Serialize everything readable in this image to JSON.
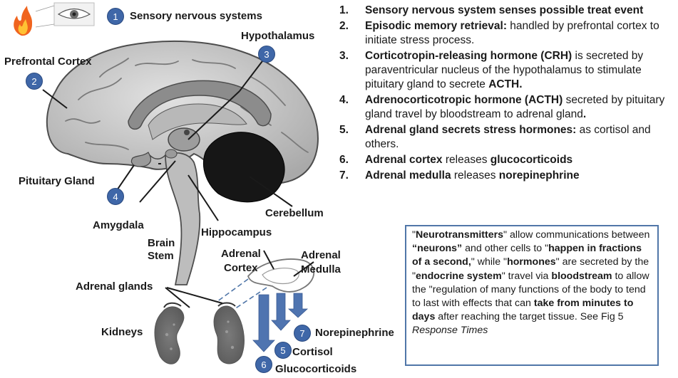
{
  "colors": {
    "marker_fill": "#3f67a8",
    "note_border": "#5076a8",
    "arrow_fill": "#4f74b0",
    "brain_fill": "#c9c9c9",
    "cerebellum_fill": "#161616"
  },
  "icons": [
    "fire-icon",
    "eye-icon"
  ],
  "labels": {
    "sensory": "Sensory nervous systems",
    "hypothalamus": "Hypothalamus",
    "prefrontal": "Prefrontal Cortex",
    "pituitary": "Pituitary Gland",
    "amygdala": "Amygdala",
    "brain_stem_1": "Brain",
    "brain_stem_2": "Stem",
    "hippocampus": "Hippocampus",
    "cerebellum": "Cerebellum",
    "adrenal_cortex_1": "Adrenal",
    "adrenal_cortex_2": "Cortex",
    "adrenal_medulla_1": "Adrenal",
    "adrenal_medulla_2": "Medulla",
    "adrenal_glands": "Adrenal glands",
    "kidneys": "Kidneys",
    "norepinephrine": "Norepinephrine",
    "cortisol": "Cortisol",
    "glucocorticoids": "Glucocorticoids"
  },
  "markers": [
    "1",
    "2",
    "3",
    "4",
    "5",
    "6",
    "7"
  ],
  "steps": [
    {
      "num": "1.",
      "parts": [
        {
          "t": "Sensory nervous system senses possible treat event",
          "b": true
        }
      ]
    },
    {
      "num": "2.",
      "parts": [
        {
          "t": "Episodic memory retrieval:",
          "b": true
        },
        {
          "t": " handled by prefrontal cortex to initiate stress process.",
          "b": false
        }
      ]
    },
    {
      "num": "3.",
      "parts": [
        {
          "t": "Corticotropin-releasing hormone (CRH)",
          "b": true
        },
        {
          "t": " is secreted by paraventricular nucleus of the hypothalamus to stimulate pituitary gland to secrete ",
          "b": false
        },
        {
          "t": "ACTH.",
          "b": true
        }
      ]
    },
    {
      "num": "4.",
      "parts": [
        {
          "t": "Adrenocorticotropic hormone (ACTH)",
          "b": true
        },
        {
          "t": " secreted by pituitary gland travel by bloodstream to adrenal gland",
          "b": false
        },
        {
          "t": ".",
          "b": true
        }
      ]
    },
    {
      "num": "5.",
      "parts": [
        {
          "t": "Adrenal gland secrets stress hormones:",
          "b": true
        },
        {
          "t": " as cortisol and others.",
          "b": false
        }
      ]
    },
    {
      "num": "6.",
      "parts": [
        {
          "t": "Adrenal cortex",
          "b": true
        },
        {
          "t": " releases ",
          "b": false
        },
        {
          "t": "glucocorticoids",
          "b": true
        }
      ]
    },
    {
      "num": "7.",
      "parts": [
        {
          "t": "Adrenal medulla",
          "b": true
        },
        {
          "t": " releases ",
          "b": false
        },
        {
          "t": "norepinephrine",
          "b": true
        }
      ]
    }
  ],
  "note": [
    {
      "t": "\"",
      "s": "n"
    },
    {
      "t": "Neurotransmitters",
      "s": "b"
    },
    {
      "t": "\" allow communications between ",
      "s": "n"
    },
    {
      "t": "“neurons”",
      "s": "b"
    },
    {
      "t": " and other cells to \"",
      "s": "n"
    },
    {
      "t": "happen in fractions of a second,",
      "s": "b"
    },
    {
      "t": "\"  while \"",
      "s": "n"
    },
    {
      "t": "hormones",
      "s": "b"
    },
    {
      "t": "\" are secreted by the \"",
      "s": "n"
    },
    {
      "t": "endocrine system",
      "s": "b"
    },
    {
      "t": "\" travel via ",
      "s": "n"
    },
    {
      "t": "bloodstream",
      "s": "b"
    },
    {
      "t": " to allow the \"regulation of many functions of the body to tend to last with effects that can ",
      "s": "n"
    },
    {
      "t": "take from minutes to days",
      "s": "b"
    },
    {
      "t": " after reaching the target tissue. See Fig 5 ",
      "s": "n"
    },
    {
      "t": "Response Times",
      "s": "i"
    }
  ]
}
